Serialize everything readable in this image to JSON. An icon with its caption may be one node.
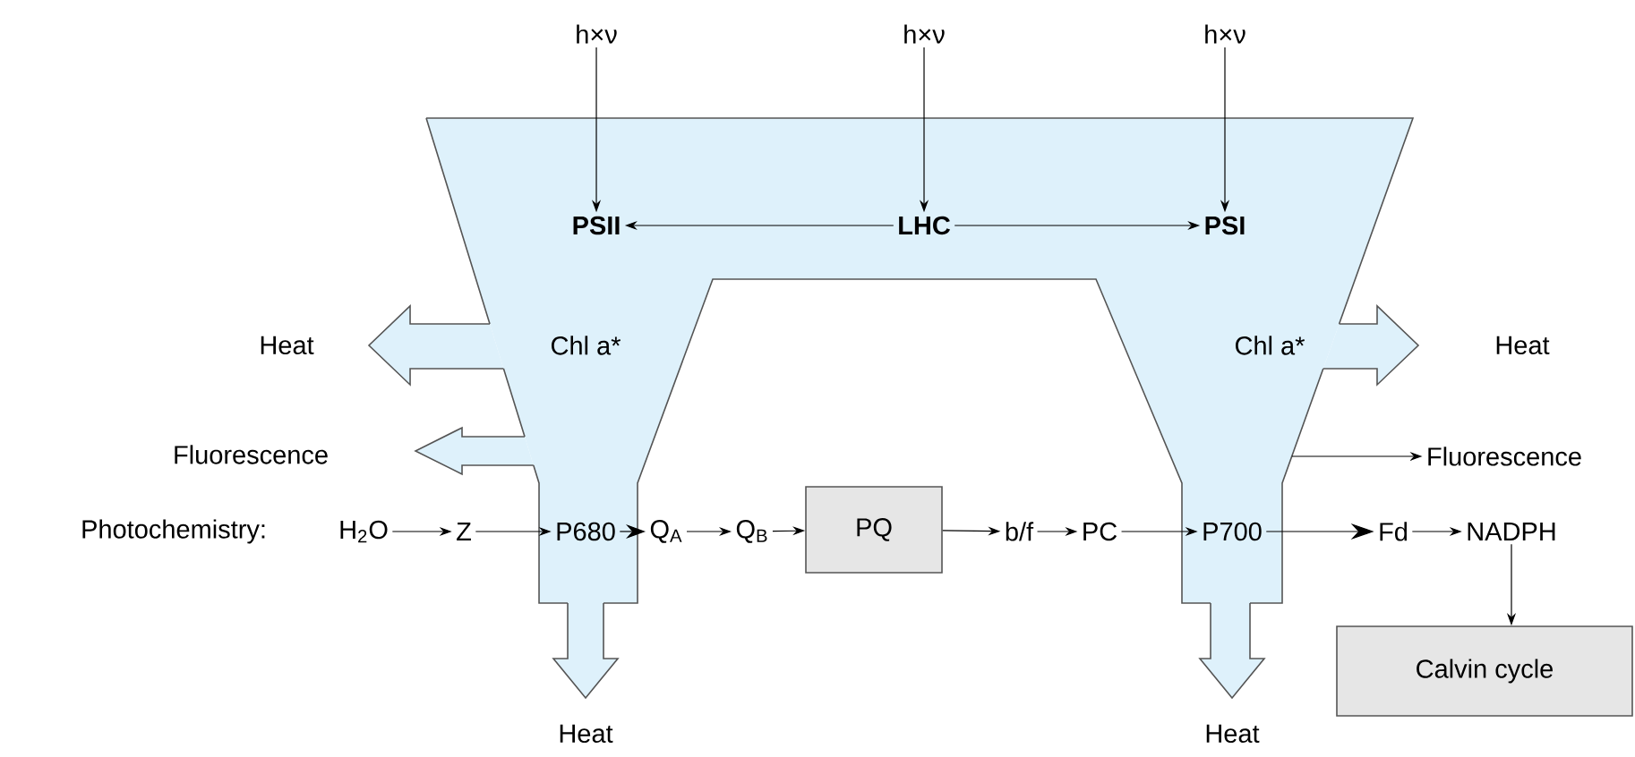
{
  "diagram": {
    "nodes": [
      {
        "text": [
          "h×ν"
        ]
      },
      {
        "text": [
          "h×ν"
        ]
      },
      {
        "text": [
          "h×ν"
        ]
      },
      {
        "text": [],
        "shape": "funnel"
      },
      {
        "text": [
          "PSII"
        ],
        "in": 3
      },
      {
        "text": [
          "LHC"
        ],
        "in": 3
      },
      {
        "text": [
          "PSI"
        ],
        "in": 3
      },
      {
        "text": [
          "Heat"
        ]
      },
      {
        "text": [
          "Chl a*"
        ],
        "in": 3
      },
      {
        "text": [
          "Chl a*"
        ],
        "in": 3
      },
      {
        "text": [
          "Heat"
        ]
      },
      {
        "text": [
          "Fluorescence"
        ]
      },
      {
        "text": [
          "Fluorescence"
        ]
      },
      {
        "text": [
          "H$_{2}$O"
        ]
      },
      {
        "text": [
          "Z"
        ]
      },
      {
        "text": [
          "P680"
        ],
        "in": 3
      },
      {
        "text": [
          "Q$_{A}$"
        ]
      },
      {
        "text": [
          "Q$_{B}$"
        ]
      },
      {
        "text": [
          "PQ"
        ]
      },
      {
        "text": [
          "b/f"
        ]
      },
      {
        "text": [
          "PC"
        ]
      },
      {
        "text": [
          "P700"
        ],
        "in": 3
      },
      {
        "text": [
          "Fd"
        ]
      },
      {
        "text": [
          "NADPH"
        ]
      },
      {
        "text": [
          "Calvin cycle"
        ]
      },
      {
        "text": [
          "Heat"
        ]
      },
      {
        "text": [
          "Heat"
        ]
      }
    ],
    "edges": [
      {
        "from": 0,
        "to": 4,
        "arrow": "to"
      },
      {
        "from": 1,
        "to": 5,
        "arrow": "to"
      },
      {
        "from": 2,
        "to": 6,
        "arrow": "to"
      },
      {
        "from": 5,
        "to": 4,
        "arrow": "to"
      },
      {
        "from": 5,
        "to": 6,
        "arrow": "to"
      },
      {
        "from": 3,
        "to": 7,
        "arrow": "to",
        "style": "thick"
      },
      {
        "from": 3,
        "to": 10,
        "arrow": "to",
        "style": "thick"
      },
      {
        "from": 3,
        "to": 11,
        "arrow": "to",
        "style": "thick"
      },
      {
        "from": 3,
        "to": 12,
        "arrow": "to"
      },
      {
        "from": 13,
        "to": 14,
        "arrow": "to"
      },
      {
        "from": 14,
        "to": 15,
        "arrow": "to"
      },
      {
        "from": 15,
        "to": 16,
        "arrow": "to"
      },
      {
        "from": 16,
        "to": 17,
        "arrow": "to"
      },
      {
        "from": 17,
        "to": 18,
        "arrow": "to"
      },
      {
        "from": 18,
        "to": 19,
        "arrow": "to"
      },
      {
        "from": 19,
        "to": 20,
        "arrow": "to"
      },
      {
        "from": 20,
        "to": 21,
        "arrow": "to"
      },
      {
        "from": 21,
        "to": 22,
        "arrow": "to"
      },
      {
        "from": 22,
        "to": 23,
        "arrow": "to"
      },
      {
        "from": 23,
        "to": 24,
        "arrow": "to"
      },
      {
        "from": 3,
        "to": 25,
        "arrow": "to",
        "style": "thick"
      },
      {
        "from": 3,
        "to": 26,
        "arrow": "to",
        "style": "thick"
      }
    ],
    "labels": [
      "Photochemistry:"
    ]
  }
}
